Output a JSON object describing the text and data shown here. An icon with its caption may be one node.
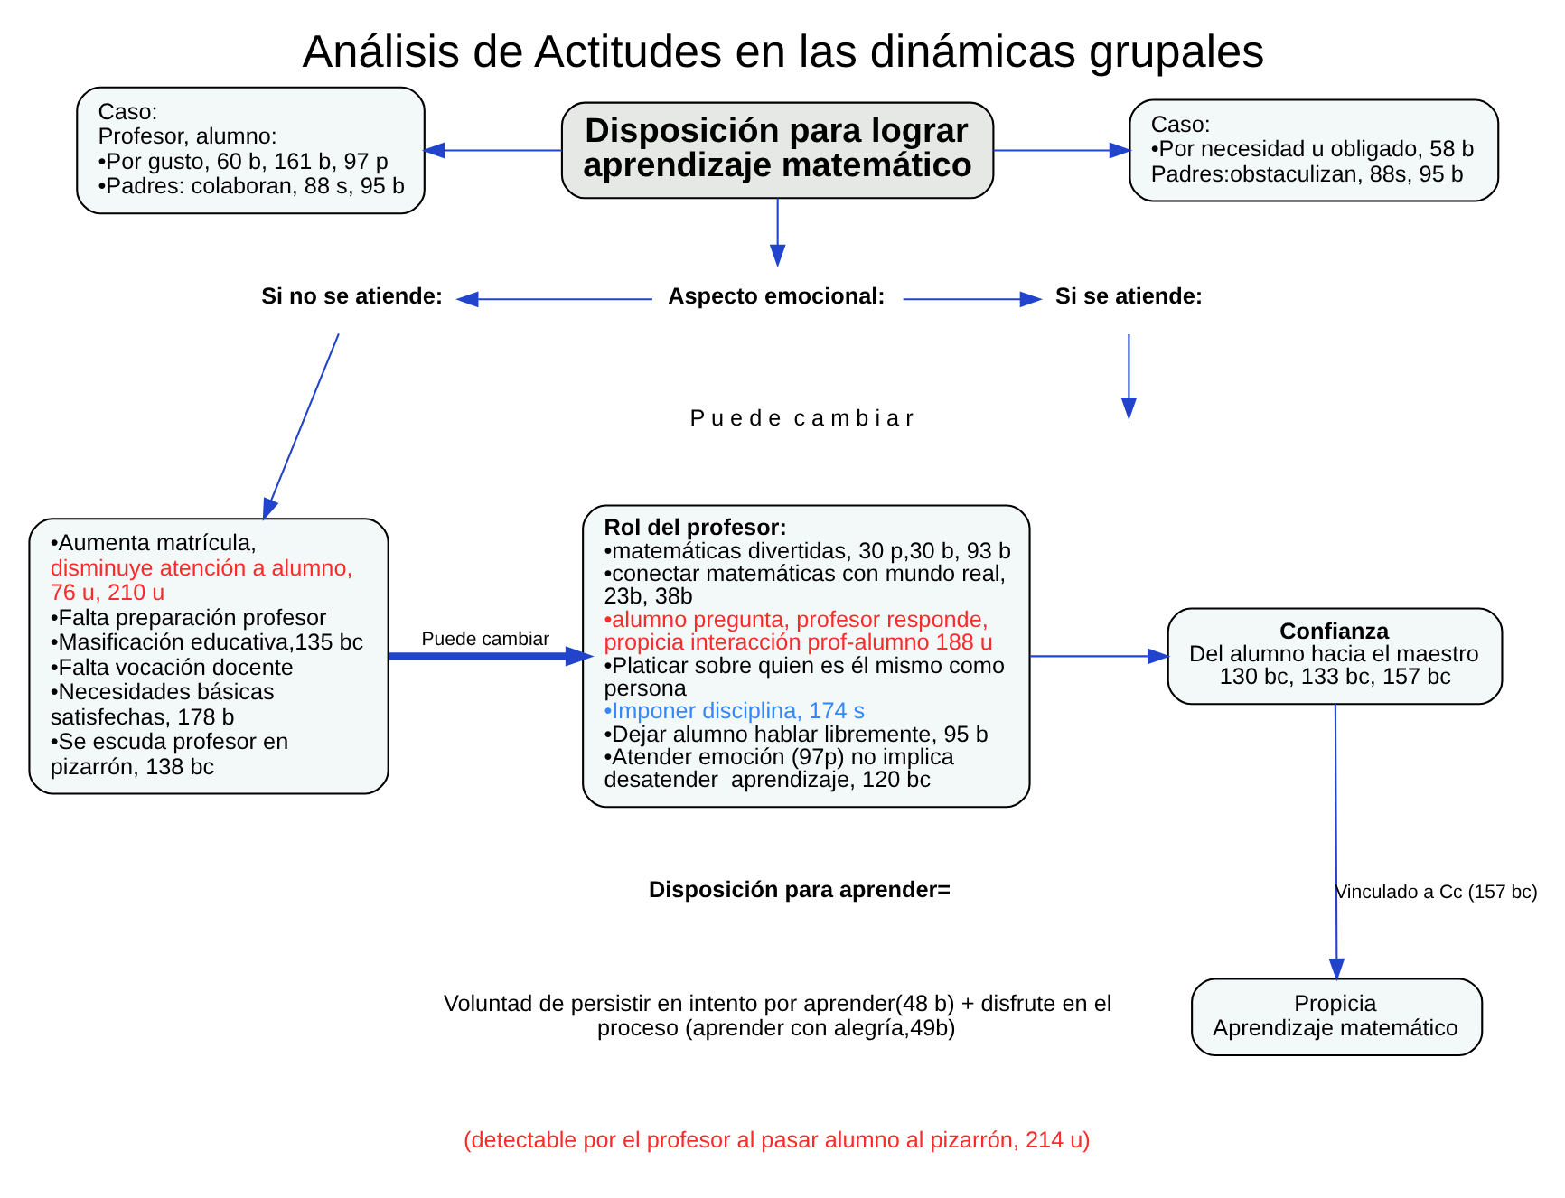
{
  "diagram": {
    "title": "Análisis de Actitudes en las dinámicas grupales",
    "nodes": [
      {
        "text": [
          "Disposición para lograr aprendizaje matemático"
        ]
      },
      {
        "text": [
          "Caso:",
          "Profesor, alumno:",
          "•Por gusto, 60 b, 161 b, 97 p",
          "•Padres: colaboran, 88 s, 95 b"
        ]
      },
      {
        "text": [
          "Caso:",
          "•Por necesidad u obligado, 58 b",
          "Padres:obstaculizan, 88s, 95 b"
        ]
      },
      {
        "text": [
          "Aspecto emocional:"
        ]
      },
      {
        "text": [
          "Si no se atiende:"
        ]
      },
      {
        "text": [
          "Si se atiende:"
        ]
      },
      {
        "text": [
          "•Aumenta matrícula,",
          "disminuye atención a alumno, 76 u, 210 u",
          "•Falta preparación profesor",
          "•Masificación educativa,135 bc",
          "•Falta vocación docente",
          "•Necesidades básicas satisfechas, 178 b",
          "•Se escuda profesor en pizarrón, 138 bc"
        ]
      },
      {
        "text": [
          "Rol del profesor:",
          "•matemáticas divertidas, 30 p,30 b, 93 b",
          "•conectar matemáticas con mundo real, 23b, 38b",
          "•alumno pregunta, profesor responde, propicia interacción prof-alumno 188 u",
          "•Platicar sobre quien es él mismo como persona",
          "•Imponer disciplina, 174 s",
          "•Dejar alumno hablar libremente, 95 b",
          "•Atender emoción (97p) no implica desatender  aprendizaje, 120 bc"
        ]
      },
      {
        "text": [
          "Confianza",
          "Del alumno hacia el maestro",
          "130 bc, 133 bc, 157 bc"
        ]
      },
      {
        "text": [
          "Propicia",
          "Aprendizaje matemático"
        ]
      }
    ],
    "edges": [
      {
        "from": 0,
        "to": 1,
        "arrow": "to"
      },
      {
        "from": 0,
        "to": 2,
        "arrow": "to"
      },
      {
        "from": 0,
        "to": 3,
        "arrow": "to"
      },
      {
        "from": 3,
        "to": 4,
        "arrow": "to"
      },
      {
        "from": 3,
        "to": 5,
        "arrow": "to"
      },
      {
        "from": 4,
        "to": 6,
        "arrow": "to"
      },
      {
        "from": 5,
        "to": null,
        "arrow": "to"
      },
      {
        "from": 6,
        "to": 7,
        "arrow": "to",
        "label": "Puede cambiar",
        "style": "thick"
      },
      {
        "from": 7,
        "to": 8,
        "arrow": "to"
      },
      {
        "from": 8,
        "to": 9,
        "arrow": "to",
        "label": "Vinculado a Cc (157 bc)"
      }
    ],
    "labels": [
      "P u e d e  c a m b i a r",
      "Disposición para aprender=",
      "Voluntad de persistir en intento por aprender(48 b) + disfrute en el proceso (aprender con alegría,49b)",
      "(detectable por el profesor al pasar alumno al pizarrón, 214 u)"
    ]
  }
}
